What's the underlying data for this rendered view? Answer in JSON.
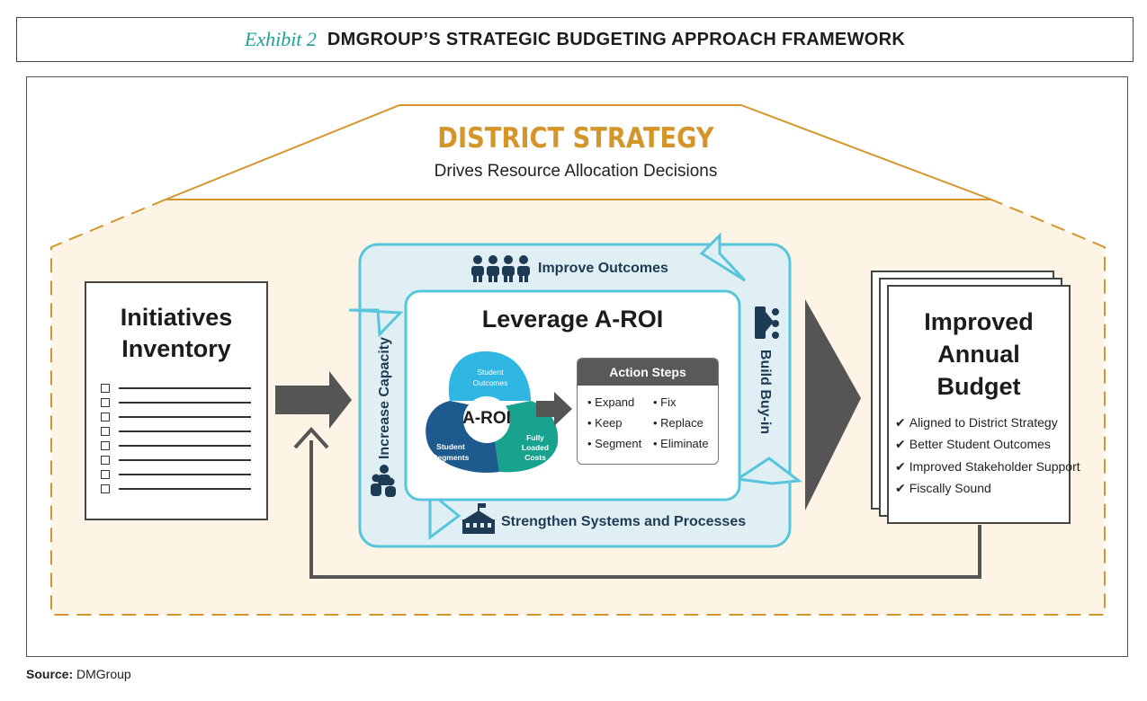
{
  "header": {
    "exhibit": "Exhibit 2",
    "title": "DMGROUP’S STRATEGIC BUDGETING APPROACH FRAMEWORK"
  },
  "strategy": {
    "title": "DISTRICT STRATEGY",
    "subtitle": "Drives Resource Allocation Decisions"
  },
  "inventory": {
    "line1": "Initiatives",
    "line2": "Inventory"
  },
  "cycle": {
    "improve_outcomes": "Improve Outcomes",
    "increase_capacity": "Increase Capacity",
    "build_buy_in": "Build Buy-in",
    "strengthen": "Strengthen Systems and Processes"
  },
  "aroi": {
    "title": "Leverage A-ROI",
    "center": "A-ROI",
    "top": [
      "Student",
      "Outcomes"
    ],
    "left": [
      "Student",
      "Segments"
    ],
    "right": [
      "Fully",
      "Loaded",
      "Costs"
    ]
  },
  "action_steps": {
    "title": "Action Steps",
    "col1": [
      "• Expand",
      "• Keep",
      "• Segment"
    ],
    "col2": [
      "• Fix",
      "• Replace",
      "• Eliminate"
    ]
  },
  "budget": {
    "line1": "Improved",
    "line2": "Annual",
    "line3": "Budget",
    "items": [
      "Aligned to District Strategy",
      "Better Student Outcomes",
      "Improved Stakeholder Support",
      "Fiscally Sound"
    ]
  },
  "source": {
    "label": "Source:",
    "value": "DMGroup"
  },
  "colors": {
    "gold": "#d4962b",
    "teal_frame": "#58c5dc",
    "navy": "#1d3b55",
    "segment_top": "#2fb6e3",
    "segment_left": "#1d5a8e",
    "segment_right": "#17a38e"
  }
}
